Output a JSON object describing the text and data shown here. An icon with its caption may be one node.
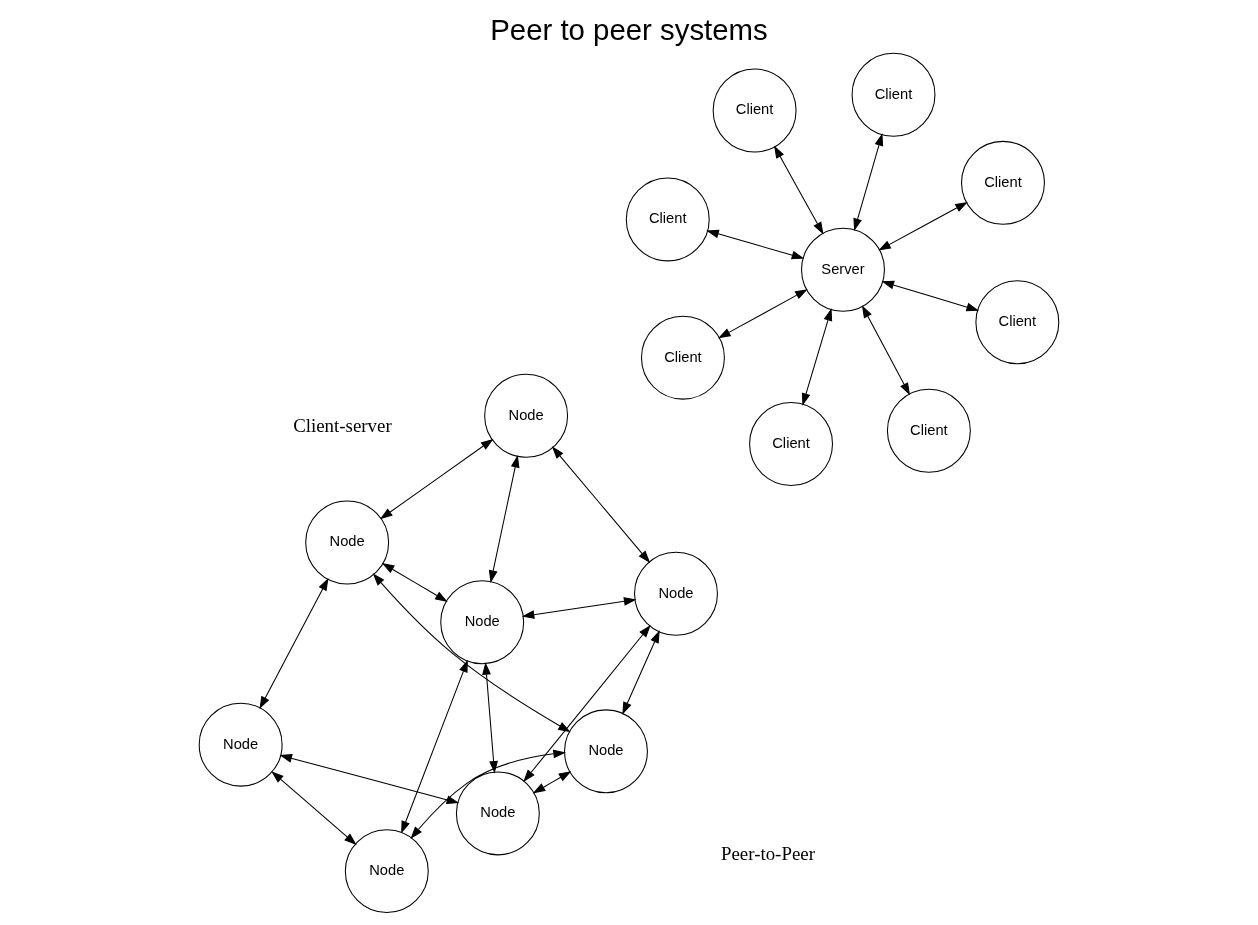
{
  "diagram": {
    "title": "Peer to peer systems",
    "nodes": [
      {
        "text": [
          "Client"
        ]
      },
      {
        "text": [
          "Client"
        ]
      },
      {
        "text": [
          "Client"
        ]
      },
      {
        "text": [
          "Client"
        ]
      },
      {
        "text": [
          "Server"
        ]
      },
      {
        "text": [
          "Client"
        ]
      },
      {
        "text": [
          "Client"
        ]
      },
      {
        "text": [
          "Client"
        ]
      },
      {
        "text": [
          "Client"
        ]
      },
      {
        "text": [
          "Node"
        ]
      },
      {
        "text": [
          "Node"
        ]
      },
      {
        "text": [
          "Node"
        ]
      },
      {
        "text": [
          "Node"
        ]
      },
      {
        "text": [
          "Node"
        ]
      },
      {
        "text": [
          "Node"
        ]
      },
      {
        "text": [
          "Node"
        ]
      },
      {
        "text": [
          "Node"
        ]
      }
    ],
    "edges": [
      {
        "from": 4,
        "to": 0,
        "arrow": "both"
      },
      {
        "from": 4,
        "to": 1,
        "arrow": "both"
      },
      {
        "from": 4,
        "to": 2,
        "arrow": "both"
      },
      {
        "from": 4,
        "to": 3,
        "arrow": "both"
      },
      {
        "from": 4,
        "to": 5,
        "arrow": "both"
      },
      {
        "from": 4,
        "to": 6,
        "arrow": "both"
      },
      {
        "from": 4,
        "to": 7,
        "arrow": "both"
      },
      {
        "from": 4,
        "to": 8,
        "arrow": "both"
      },
      {
        "from": 9,
        "to": 10,
        "arrow": "both"
      },
      {
        "from": 9,
        "to": 11,
        "arrow": "both"
      },
      {
        "from": 11,
        "to": 13,
        "arrow": "both"
      },
      {
        "from": 13,
        "to": 15,
        "arrow": "both"
      },
      {
        "from": 15,
        "to": 16,
        "arrow": "both"
      },
      {
        "from": 16,
        "to": 14,
        "arrow": "both"
      },
      {
        "from": 14,
        "to": 12,
        "arrow": "both"
      },
      {
        "from": 12,
        "to": 10,
        "arrow": "both"
      },
      {
        "from": 9,
        "to": 12,
        "arrow": "both"
      },
      {
        "from": 9,
        "to": 16,
        "arrow": "both"
      },
      {
        "from": 9,
        "to": 15,
        "arrow": "both"
      },
      {
        "from": 10,
        "to": 15,
        "arrow": "both"
      },
      {
        "from": 11,
        "to": 14,
        "arrow": "both"
      },
      {
        "from": 12,
        "to": 13,
        "arrow": "both"
      },
      {
        "from": 13,
        "to": 16,
        "arrow": "both"
      }
    ],
    "labels": [
      "Client-server",
      "Peer-to-Peer"
    ]
  }
}
